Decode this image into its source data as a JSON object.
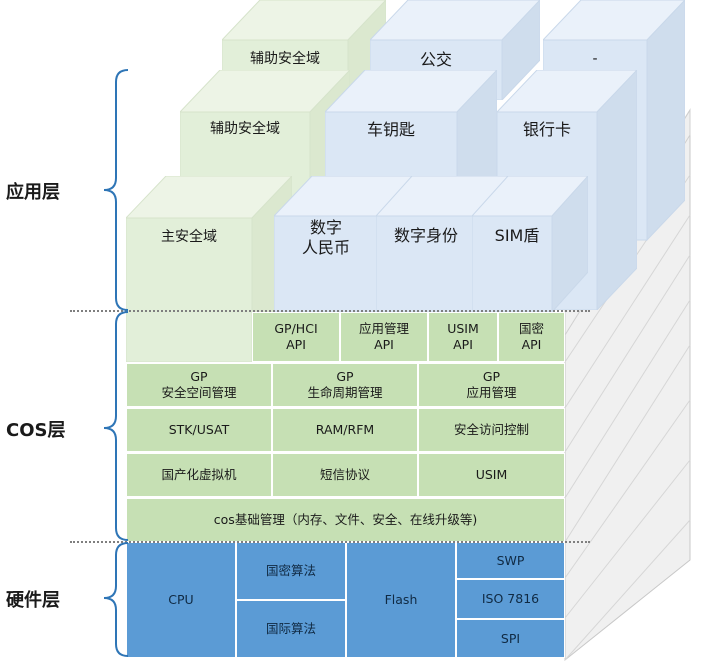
{
  "layers": {
    "app": "应用层",
    "cos": "COS层",
    "hw": "硬件层"
  },
  "app_boxes": {
    "aux_top": "辅助安全域",
    "bus": "公交",
    "dash": "-",
    "aux_mid": "辅助安全域",
    "car_key": "车钥匙",
    "bank_card": "银行卡",
    "main_domain": "主安全域",
    "ecny": "数字\n人民币",
    "digital_id": "数字身份",
    "sim_shield": "SIM盾"
  },
  "cos": {
    "api_row": [
      "GP/HCI\nAPI",
      "应用管理\nAPI",
      "USIM\nAPI",
      "国密\nAPI"
    ],
    "gp_row": [
      "GP\n安全空间管理",
      "GP\n生命周期管理",
      "GP\n应用管理"
    ],
    "row3": [
      "STK/USAT",
      "RAM/RFM",
      "安全访问控制"
    ],
    "row4": [
      "国产化虚拟机",
      "短信协议",
      "USIM"
    ],
    "base": "cos基础管理（内存、文件、安全、在线升级等)"
  },
  "hw": {
    "cpu": "CPU",
    "gm_algo": "国密算法",
    "intl_algo": "国际算法",
    "flash": "Flash",
    "swp": "SWP",
    "iso": "ISO 7816",
    "spi": "SPI"
  },
  "colors": {
    "green_light": "#e2efd9",
    "green": "#c6e0b4",
    "blue_light": "#dbe7f5",
    "blue": "#5b9bd5",
    "brace": "#2e75b6"
  }
}
